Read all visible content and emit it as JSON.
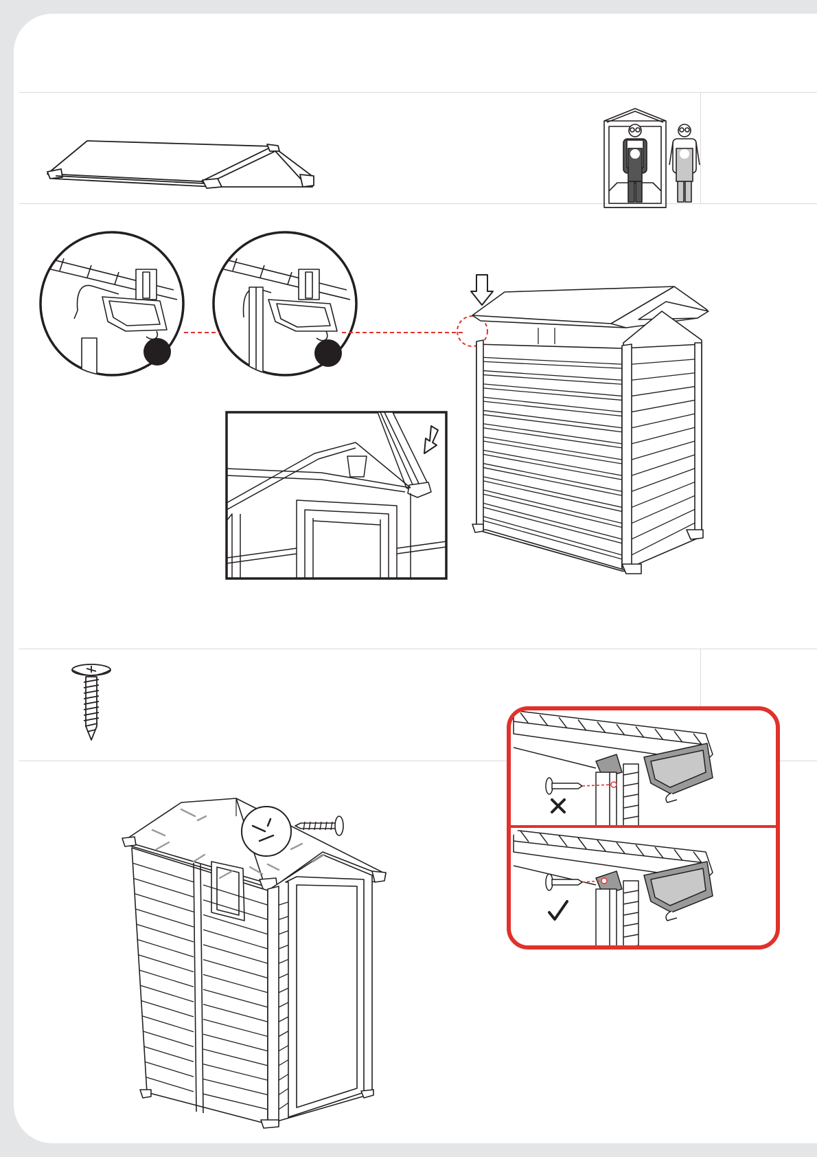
{
  "colors": {
    "page_background": "#ffffff",
    "frame_background": "#e4e5e7",
    "divider": "#d9d9d9",
    "line_art": "#231f20",
    "accent_red": "#e1312a",
    "fill_gray": "#9a9a9a"
  },
  "steps": [
    {
      "illustration": "roof-panel-assembly"
    },
    {
      "illustration": "roof-placement-with-clip-details"
    },
    {
      "illustration": "screw-part"
    },
    {
      "illustration": "roof-screwing-with-correct-incorrect-detail"
    }
  ],
  "icons": {
    "two_person": "two-person-required-icon",
    "screw": "screw-icon",
    "wrong": "wrong-mark-icon",
    "correct": "correct-mark-icon"
  }
}
